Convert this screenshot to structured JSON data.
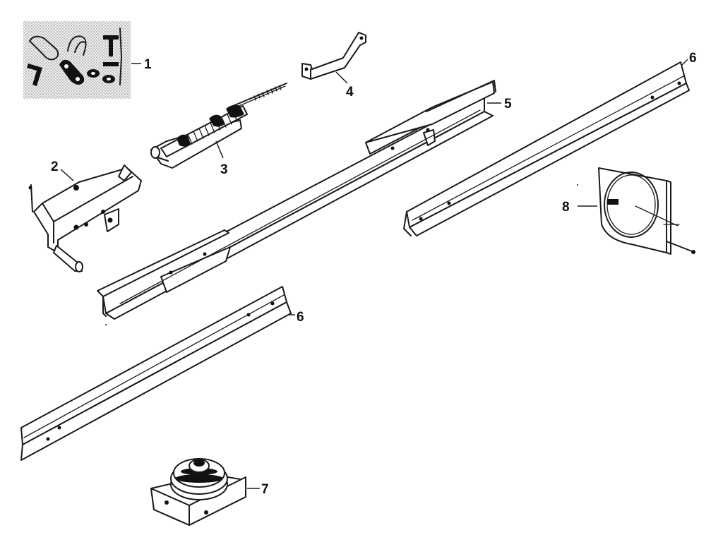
{
  "diagram": {
    "labels": {
      "p1": "1",
      "p2": "2",
      "p3": "3",
      "p4": "4",
      "p5": "5",
      "p6a": "6",
      "p6b": "6",
      "p7": "7",
      "p8": "8"
    }
  }
}
